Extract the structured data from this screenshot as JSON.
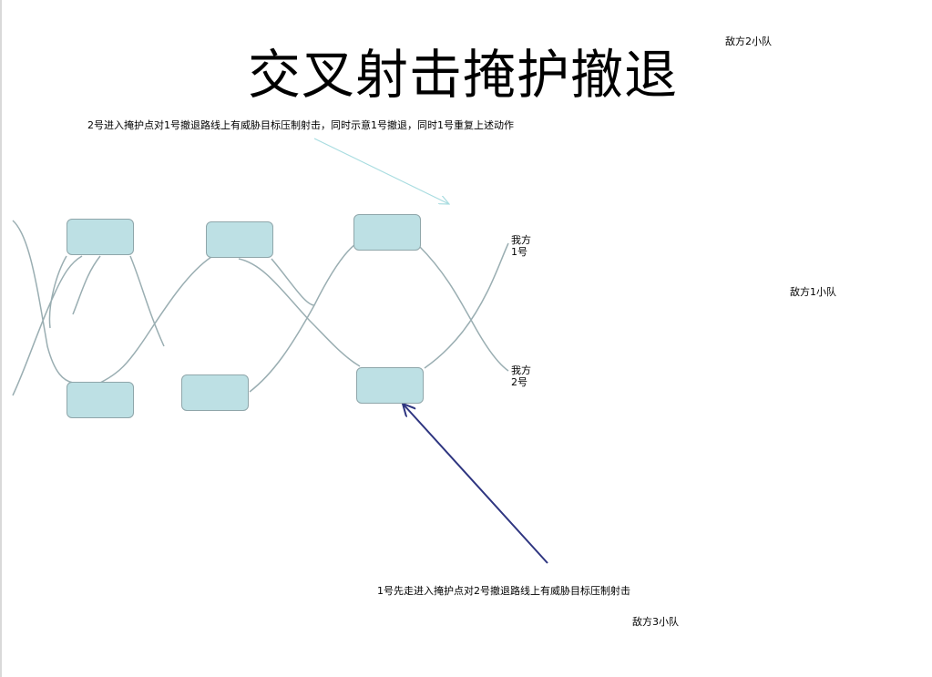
{
  "title": "交叉射击掩护撤退",
  "labels": {
    "enemy_squad_2": "敌方2小队",
    "enemy_squad_1": "敌方1小队",
    "enemy_squad_3": "敌方3小队",
    "note_top": "2号进入掩护点对1号撤退路线上有威胁目标压制射击，同时示意1号撤退，同时1号重复上述动作",
    "note_bottom": "1号先走进入掩护点对2号撤退路线上有威胁目标压制射击",
    "friendly_1": [
      "我方",
      "1号"
    ],
    "friendly_2": [
      "我方",
      "2号"
    ]
  },
  "colors": {
    "node_fill": "#bde0e4",
    "node_border": "#8fa6aa",
    "path": "#9aaeb2",
    "arrow_top": "#a8dce0",
    "arrow_bottom": "#2e3580"
  }
}
